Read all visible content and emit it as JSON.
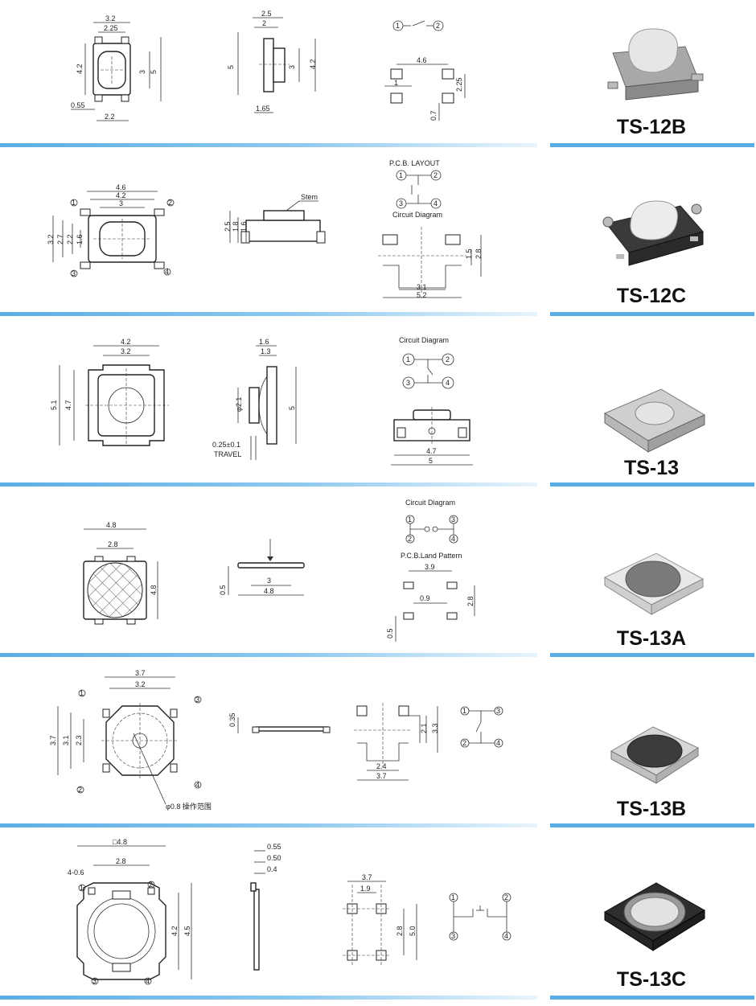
{
  "rows": [
    {
      "model": "TS-12B",
      "dims": {
        "d1": "3.2",
        "d2": "2.25",
        "d3": "4.2",
        "d4": "3",
        "d5": "5",
        "d6": "0.55",
        "d7": "2.2",
        "s1": "2.5",
        "s2": "2",
        "s3": "5",
        "s4": "3",
        "s5": "4.2",
        "s6": "1.65",
        "p1": "4.6",
        "p2": "1",
        "p3": "2.25",
        "p4": "0.7",
        "c1": "1",
        "c2": "2"
      }
    },
    {
      "model": "TS-12C",
      "labels": {
        "pcb": "P.C.B. LAYOUT",
        "circuit": "Circuit Diagram",
        "stem": "Stem"
      },
      "dims": {
        "d1": "4.6",
        "d2": "4.2",
        "d3": "3",
        "d4": "3.2",
        "d5": "2.7",
        "d6": "2.2",
        "d7": "1.6",
        "s1": "2.5",
        "s2": "1.8",
        "s3": "1.6",
        "p1": "1.5",
        "p2": "2.8",
        "p3": "3.1",
        "p4": "5.2",
        "c1": "1",
        "c2": "2",
        "c3": "3",
        "c4": "4"
      }
    },
    {
      "model": "TS-13",
      "labels": {
        "circuit": "Circuit Diagram",
        "travel": "TRAVEL"
      },
      "dims": {
        "d1": "4.2",
        "d2": "3.2",
        "d3": "5.1",
        "d4": "4.7",
        "s1": "1.6",
        "s2": "1.3",
        "s3": "φ2.1",
        "s4": "5",
        "s5": "0.25±0.1",
        "p1": "4.7",
        "p2": "5",
        "c1": "1",
        "c2": "2",
        "c3": "3",
        "c4": "4"
      }
    },
    {
      "model": "TS-13A",
      "labels": {
        "circuit": "Circuit Diagram",
        "land": "P.C.B.Land Pattern"
      },
      "dims": {
        "d1": "4.8",
        "d2": "2.8",
        "d3": "4.8",
        "s1": "0.5",
        "s2": "3",
        "s3": "4.8",
        "p1": "3.9",
        "p2": "0.9",
        "p3": "2.8",
        "p4": "0.5",
        "c1": "1",
        "c2": "2",
        "c3": "3",
        "c4": "4"
      }
    },
    {
      "model": "TS-13B",
      "labels": {
        "range": "φ0.8 操作范围"
      },
      "dims": {
        "d1": "3.7",
        "d2": "3.2",
        "d3": "3.7",
        "d4": "3.1",
        "d5": "2.3",
        "s1": "0.35",
        "p1": "2.1",
        "p2": "3.3",
        "p3": "2.4",
        "p4": "3.7",
        "c1": "1",
        "c2": "2",
        "c3": "3",
        "c4": "4"
      }
    },
    {
      "model": "TS-13C",
      "dims": {
        "d1": "□4.8",
        "d2": "4-0.6",
        "d3": "2.8",
        "d4": "4.2",
        "d5": "4.5",
        "s1": "0.55",
        "s2": "0.50",
        "s3": "0.4",
        "p1": "3.7",
        "p2": "1.9",
        "p3": "2.8",
        "p4": "5.0",
        "c1": "1",
        "c2": "2",
        "c3": "3",
        "c4": "4"
      }
    }
  ],
  "colors": {
    "separator": "#5aaee6",
    "photo_body": "#c8c8c8",
    "photo_cap_light": "#e6e6e6",
    "photo_cap_dark": "#4a4a4a"
  }
}
